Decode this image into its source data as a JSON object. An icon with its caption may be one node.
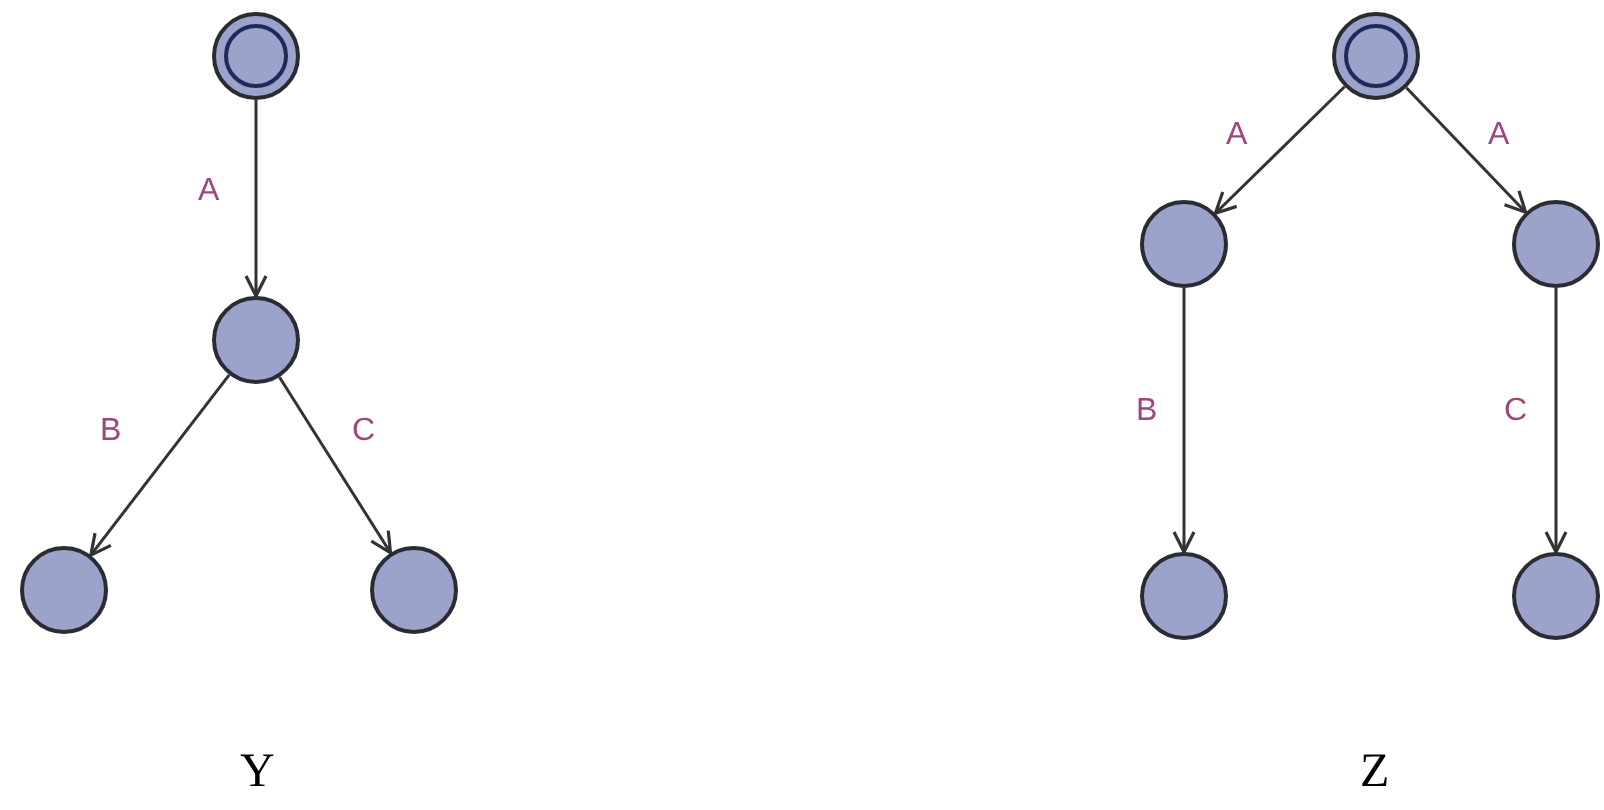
{
  "diagram": {
    "nodes": [
      {
        "text": [],
        "shape": "doublecircle"
      },
      {
        "text": [],
        "shape": "circle"
      },
      {
        "text": [],
        "shape": "circle"
      },
      {
        "text": [],
        "shape": "circle"
      },
      {
        "text": [],
        "shape": "doublecircle"
      },
      {
        "text": [],
        "shape": "circle"
      },
      {
        "text": [],
        "shape": "circle"
      },
      {
        "text": [],
        "shape": "circle"
      },
      {
        "text": [],
        "shape": "circle"
      }
    ],
    "edges": [
      {
        "from": 0,
        "to": 1,
        "arrow": "to",
        "label": "A"
      },
      {
        "from": 1,
        "to": 2,
        "arrow": "to",
        "label": "B"
      },
      {
        "from": 1,
        "to": 3,
        "arrow": "to",
        "label": "C"
      },
      {
        "from": 4,
        "to": 5,
        "arrow": "to",
        "label": "A"
      },
      {
        "from": 4,
        "to": 6,
        "arrow": "to",
        "label": "A"
      },
      {
        "from": 5,
        "to": 7,
        "arrow": "to",
        "label": "B"
      },
      {
        "from": 6,
        "to": 8,
        "arrow": "to",
        "label": "C"
      }
    ],
    "labels": [
      "Y",
      "Z"
    ]
  }
}
